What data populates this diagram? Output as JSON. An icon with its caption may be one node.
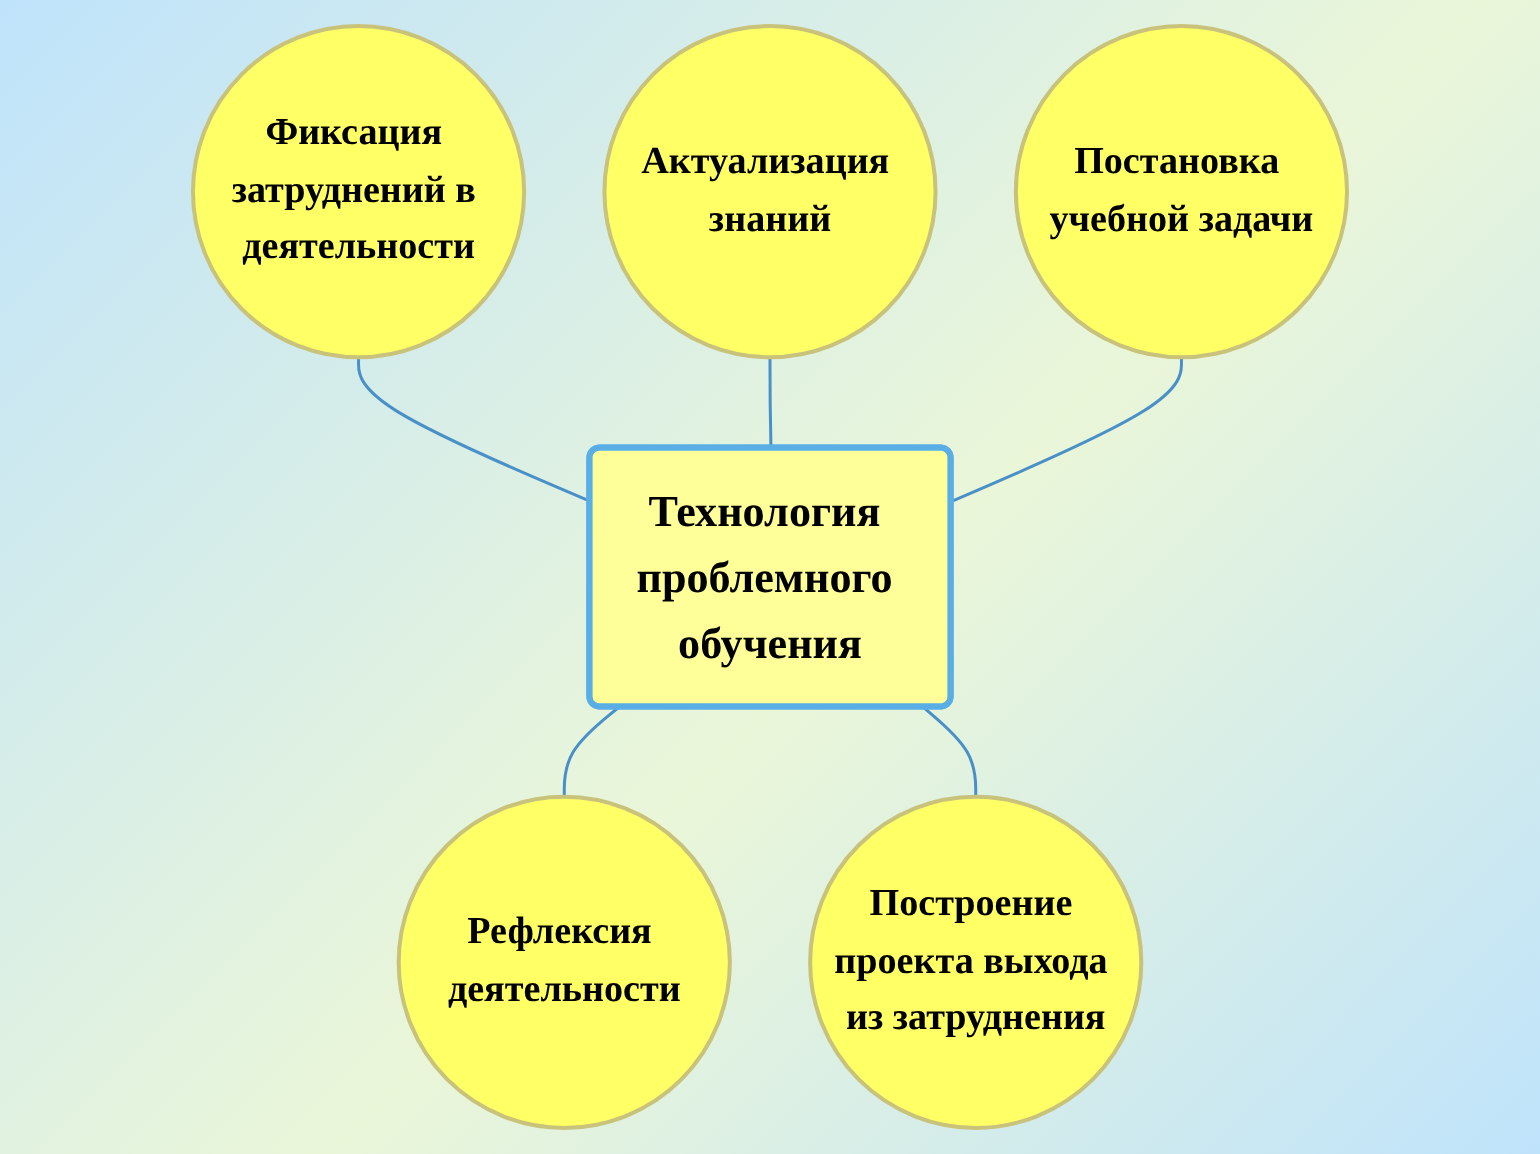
{
  "diagram": {
    "nodes": [
      {
        "text": [
          "Фиксация затруднений в деятельности"
        ]
      },
      {
        "text": [
          "Актуализация знаний"
        ]
      },
      {
        "text": [
          "Постановка учебной задачи"
        ]
      },
      {
        "text": [
          "Технология проблемного обучения"
        ]
      },
      {
        "text": [
          "Рефлексия деятельности"
        ]
      },
      {
        "text": [
          "Построение проекта выхода из затруднения"
        ]
      }
    ],
    "edges": [
      {
        "from": 0,
        "to": 3,
        "arrow": "none"
      },
      {
        "from": 1,
        "to": 3,
        "arrow": "none"
      },
      {
        "from": 2,
        "to": 3,
        "arrow": "none"
      },
      {
        "from": 3,
        "to": 4,
        "arrow": "none"
      },
      {
        "from": 3,
        "to": 5,
        "arrow": "none"
      }
    ]
  }
}
